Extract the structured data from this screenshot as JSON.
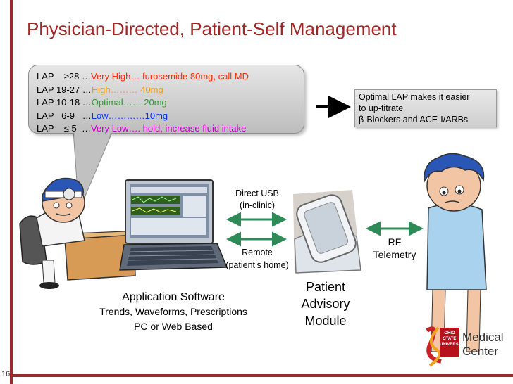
{
  "slide": {
    "title": "Physician-Directed, Patient-Self Management",
    "number": "16"
  },
  "lap_table": [
    {
      "label": "LAP    ≥28 …",
      "status": "Very High… furosemide 80mg, call MD",
      "color": "#ff2a00"
    },
    {
      "label": "LAP 19-27 …",
      "status": "High……… 40mg",
      "color": "#ff9900"
    },
    {
      "label": "LAP 10-18 …",
      "status": "Optimal…… 20mg",
      "color": "#339933"
    },
    {
      "label": "LAP   6-9   …",
      "status": "Low…………10mg",
      "color": "#0033ff"
    },
    {
      "label": "LAP    ≤ 5  …",
      "status": "Very Low…. hold, increase fluid intake",
      "color": "#cc00cc"
    }
  ],
  "note": {
    "line1": "Optimal LAP makes it easier",
    "line2": "to up-titrate",
    "line3": "β-Blockers and ACE-I/ARBs"
  },
  "connections": {
    "direct_line1": "Direct USB",
    "direct_line2": "(in-clinic)",
    "remote_line1": "Remote",
    "remote_line2": "(patient’s home)",
    "rf_line1": "RF",
    "rf_line2": "Telemetry"
  },
  "software": {
    "title": "Application Software",
    "line1": "Trends, Waveforms, Prescriptions",
    "line2": "PC or Web Based"
  },
  "module": {
    "line1": "Patient",
    "line2": "Advisory",
    "line3": "Module"
  },
  "logo": {
    "name_line1": "Medical",
    "name_line2": "Center",
    "mark_text": "OHIO STATE UNIVERSITY"
  }
}
